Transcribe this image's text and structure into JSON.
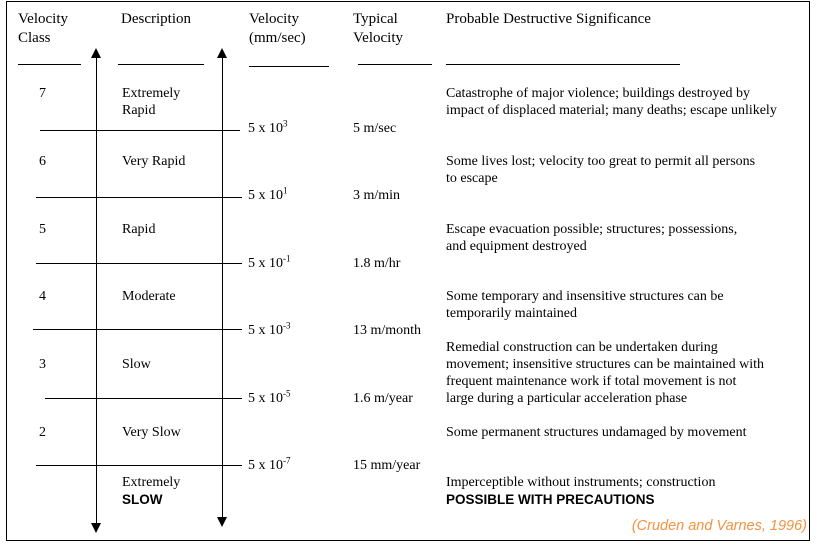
{
  "headers": {
    "velocity_class": "Velocity\nClass",
    "description": "Description",
    "velocity_mm": "Velocity\n(mm/sec)",
    "typical_velocity": "Typical\nVelocity",
    "significance": "Probable Destructive Significance"
  },
  "rows": [
    {
      "cls": "7",
      "desc1": "Extremely",
      "desc2": "Rapid",
      "sig1": "Catastrophe of major violence; buildings destroyed by",
      "sig2": "impact of displaced material;  many deaths; escape unlikely"
    },
    {
      "cls": "6",
      "desc1": "Very Rapid",
      "sig1": "Some lives lost; velocity too great to permit all persons",
      "sig2": "to escape"
    },
    {
      "cls": "5",
      "desc1": "Rapid",
      "sig1": "Escape evacuation possible; structures; possessions,",
      "sig2": "and equipment destroyed"
    },
    {
      "cls": "4",
      "desc1": "Moderate",
      "sig1": "Some temporary and insensitive structures can be",
      "sig2": "temporarily maintained"
    },
    {
      "cls": "3",
      "desc1": "Slow",
      "sig1": "Remedial construction can be undertaken during",
      "sig2": "movement; insensitive structures can be maintained with",
      "sig3": "frequent maintenance work if total movement is not",
      "sig4": "large during a particular acceleration phase"
    },
    {
      "cls": "2",
      "desc1": "Very Slow",
      "sig1": "Some permanent structures undamaged by movement"
    },
    {
      "desc1": "Extremely",
      "desc2": "SLOW",
      "sig1": "Imperceptible without instruments; construction",
      "sig2": "POSSIBLE WITH PRECAUTIONS"
    }
  ],
  "boundaries": [
    {
      "base": "5 x 10",
      "exp": "3",
      "typical": "5 m/sec"
    },
    {
      "base": "5 x 10",
      "exp": "1",
      "typical": "3 m/min"
    },
    {
      "base": "5 x 10",
      "exp": "-1",
      "typical": "1.8 m/hr"
    },
    {
      "base": "5 x 10",
      "exp": "-3",
      "typical": "13 m/month"
    },
    {
      "base": "5 x 10",
      "exp": "-5",
      "typical": "1.6 m/year"
    },
    {
      "base": "5 x 10",
      "exp": "-7",
      "typical": "15 mm/year"
    }
  ],
  "citation": "(Cruden and Varnes, 1996)"
}
